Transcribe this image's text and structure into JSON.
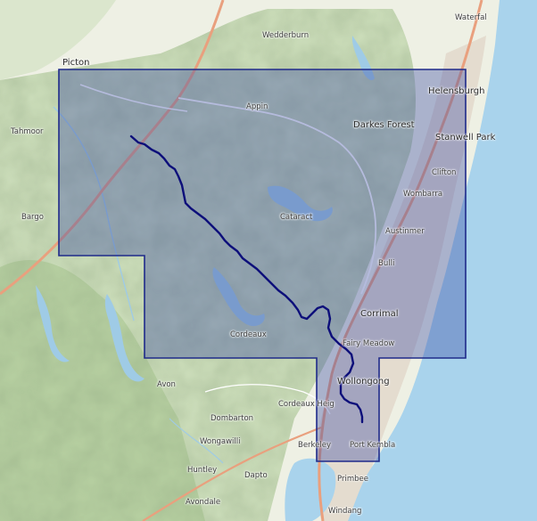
{
  "map": {
    "places": [
      {
        "id": "picton",
        "name": "Picton"
      },
      {
        "id": "wedderburn",
        "name": "Wedderburn"
      },
      {
        "id": "waterfall",
        "name": "Waterfal"
      },
      {
        "id": "helensburgh",
        "name": "Helensburgh"
      },
      {
        "id": "appin",
        "name": "Appin"
      },
      {
        "id": "tahmoor",
        "name": "Tahmoor"
      },
      {
        "id": "darkes-forest",
        "name": "Darkes Forest"
      },
      {
        "id": "stanwell-park",
        "name": "Stanwell Park"
      },
      {
        "id": "clifton",
        "name": "Clifton"
      },
      {
        "id": "bargo",
        "name": "Bargo"
      },
      {
        "id": "wombarra",
        "name": "Wombarra"
      },
      {
        "id": "cataract",
        "name": "Cataract"
      },
      {
        "id": "austinmer",
        "name": "Austinmer"
      },
      {
        "id": "bulli",
        "name": "Bulli"
      },
      {
        "id": "corrimal",
        "name": "Corrimal"
      },
      {
        "id": "cordeaux",
        "name": "Cordeaux"
      },
      {
        "id": "fairy-meadow",
        "name": "Fairy Meadow"
      },
      {
        "id": "avon",
        "name": "Avon"
      },
      {
        "id": "wollongong",
        "name": "Wollongong"
      },
      {
        "id": "cordeaux-heights",
        "name": "Cordeaux Heig"
      },
      {
        "id": "dombarton",
        "name": "Dombarton"
      },
      {
        "id": "wongawilli",
        "name": "Wongawilli"
      },
      {
        "id": "berkeley",
        "name": "Berkeley"
      },
      {
        "id": "port-kembla",
        "name": "Port Kembla"
      },
      {
        "id": "huntley",
        "name": "Huntley"
      },
      {
        "id": "dapto",
        "name": "Dapto"
      },
      {
        "id": "primbee",
        "name": "Primbee"
      },
      {
        "id": "avondale",
        "name": "Avondale"
      },
      {
        "id": "windang",
        "name": "Windang"
      }
    ],
    "colors": {
      "land": "#eef0e4",
      "forest": "#cfe0bd",
      "forest_dark": "#b9d2a3",
      "ocean": "#a9d3ec",
      "water": "#9fcbe6",
      "road_major": "#e9a07e",
      "road_minor": "#ffffff",
      "urban": "#e4dccf",
      "overlay_fill": "#3d4ba6",
      "overlay_stroke": "#1f2a8a",
      "route": "#0d0f7a"
    }
  }
}
